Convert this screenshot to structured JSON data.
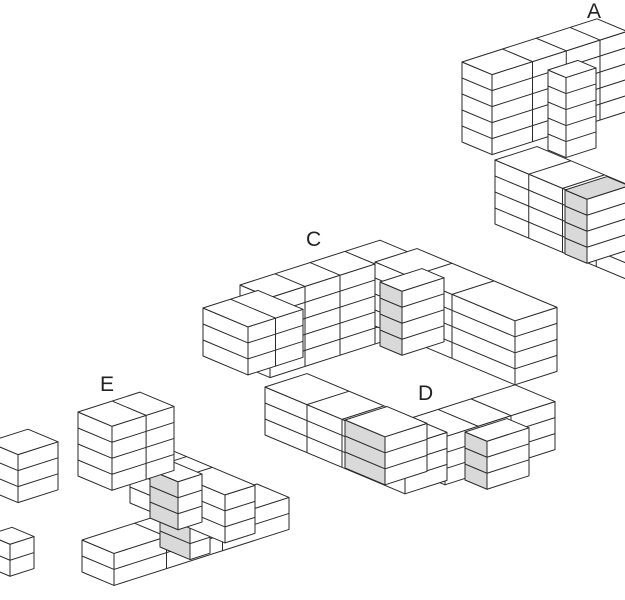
{
  "labels": {
    "a": "A",
    "c": "C",
    "d": "D",
    "e": "E"
  },
  "colors": {
    "stroke": "#2a2a2a",
    "fill": "#ffffff",
    "highlight": "#d9d9d9"
  }
}
